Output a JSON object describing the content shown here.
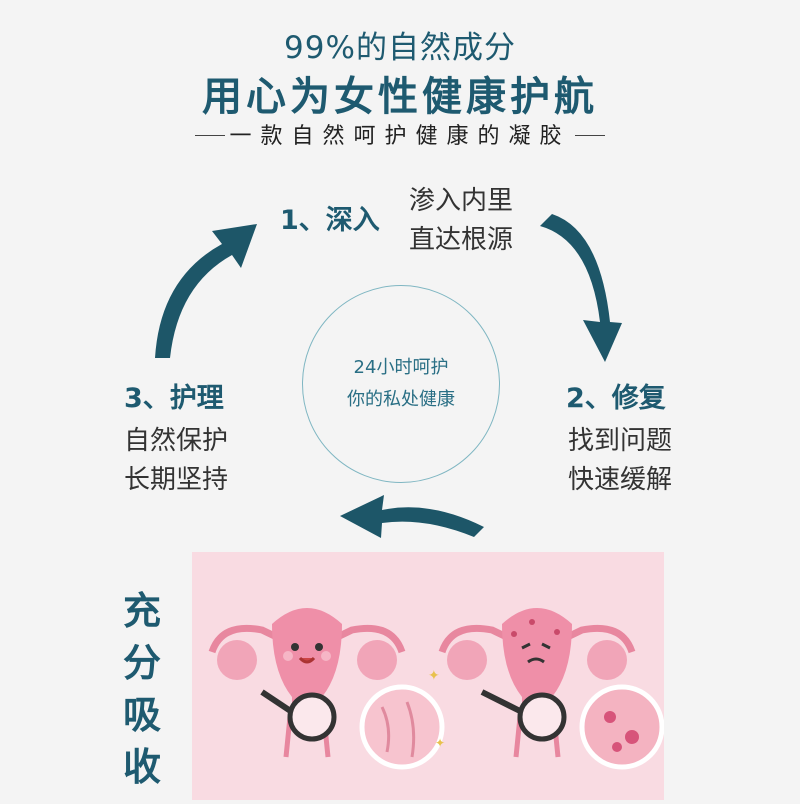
{
  "header": {
    "subtitle": "99%的自然成分",
    "title": "用心为女性健康护航",
    "tagline": "一款自然呵护健康的凝胶"
  },
  "cycle": {
    "step1": {
      "title": "1、深入",
      "line1": "渗入内里",
      "line2": "直达根源"
    },
    "step2": {
      "title": "2、修复",
      "line1": "找到问题",
      "line2": "快速缓解"
    },
    "step3": {
      "title": "3、护理",
      "line1": "自然保护",
      "line2": "长期坚持"
    },
    "center": {
      "line1": "24小时呵护",
      "line2": "你的私处健康"
    }
  },
  "bottom": {
    "side_label": [
      "充",
      "分",
      "吸",
      "收"
    ]
  },
  "colors": {
    "accent": "#1e5a70",
    "circle": "#7fb6c2",
    "illustration_bg": "#f9dbe2",
    "organ_pink": "#ef8fa8"
  },
  "icons": [
    "cycle-arrow-icon",
    "uterus-happy-illustration",
    "uterus-sick-illustration",
    "magnifier-icon",
    "sparkle-icon"
  ]
}
